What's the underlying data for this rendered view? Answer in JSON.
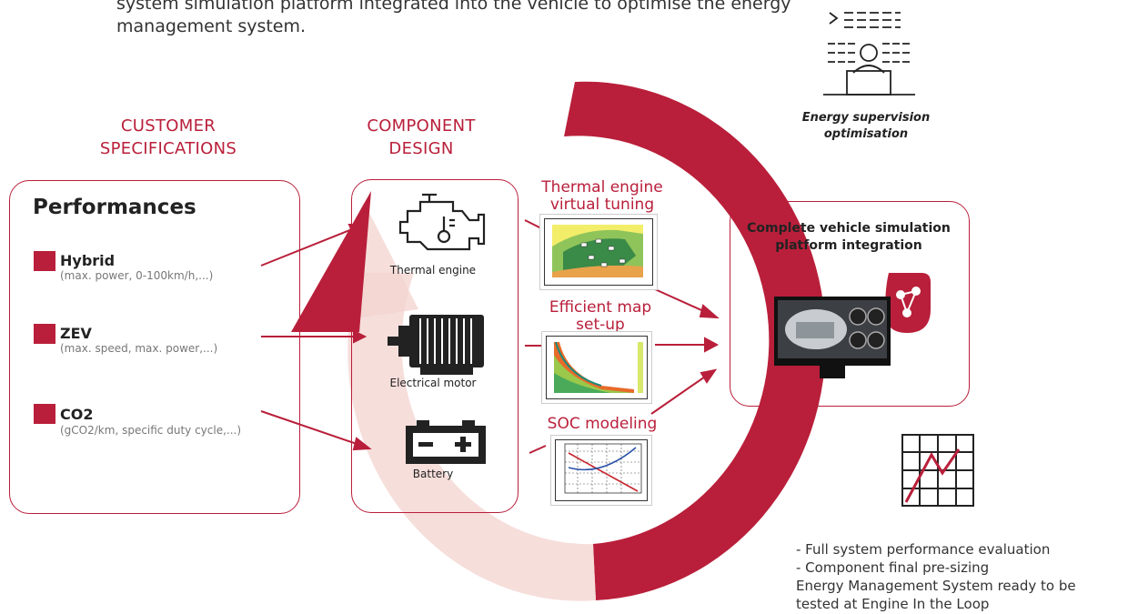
{
  "intro": {
    "line1": "system simulation platform integrated into the vehicle to optimise the energy",
    "line2": "management system."
  },
  "sections": {
    "customer": {
      "title_line1": "CUSTOMER",
      "title_line2": "SPECIFICATIONS"
    },
    "component": {
      "title_line1": "COMPONENT",
      "title_line2": "DESIGN"
    }
  },
  "performances": {
    "title": "Performances",
    "items": [
      {
        "title": "Hybrid",
        "subtitle": "(max. power, 0-100km/h,...)"
      },
      {
        "title": "ZEV",
        "subtitle": "(max. speed, max. power,...)"
      },
      {
        "title": "CO2",
        "subtitle": "(gCO2/km, specific duty cycle,...)"
      }
    ]
  },
  "components": [
    {
      "label": "Thermal engine",
      "icon": "engine-icon"
    },
    {
      "label": "Electrical motor",
      "icon": "motor-icon"
    },
    {
      "label": "Battery",
      "icon": "battery-icon"
    }
  ],
  "steps": {
    "thermal": {
      "line1": "Thermal engine",
      "line2": "virtual tuning"
    },
    "efficient": {
      "line1": "Efficient map",
      "line2": "set-up"
    },
    "soc": {
      "line1": "SOC modeling"
    }
  },
  "vehicle": {
    "line1": "Complete vehicle simulation",
    "line2": "platform integration"
  },
  "supervision": {
    "line1": "Energy supervision",
    "line2": "optimisation"
  },
  "notes": [
    "- Full system performance evaluation",
    "- Component final pre-sizing",
    "Energy Management System ready to be",
    "tested at Engine In the Loop"
  ],
  "colors": {
    "accent": "#b91f3a",
    "accent_light": "#f3d3cf",
    "text": "#2b2b2b",
    "muted": "#777777"
  }
}
